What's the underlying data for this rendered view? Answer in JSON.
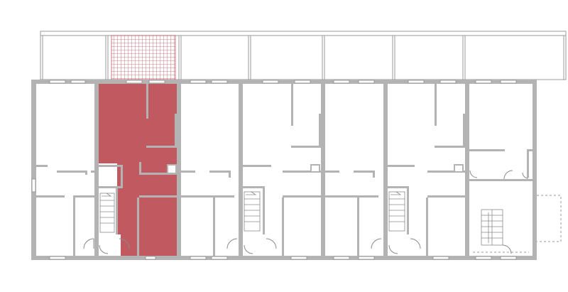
{
  "plan": {
    "highlight_color": "#c05a60",
    "wall_color": "#b3b3b3",
    "line_color": "#9a9a9a",
    "units": [
      {
        "id": "unit-1",
        "highlighted": false
      },
      {
        "id": "unit-2",
        "highlighted": true
      },
      {
        "id": "unit-3",
        "highlighted": false
      },
      {
        "id": "unit-4",
        "highlighted": false
      },
      {
        "id": "unit-5",
        "highlighted": false
      },
      {
        "id": "unit-6",
        "highlighted": false
      },
      {
        "id": "unit-7",
        "highlighted": false
      }
    ]
  }
}
